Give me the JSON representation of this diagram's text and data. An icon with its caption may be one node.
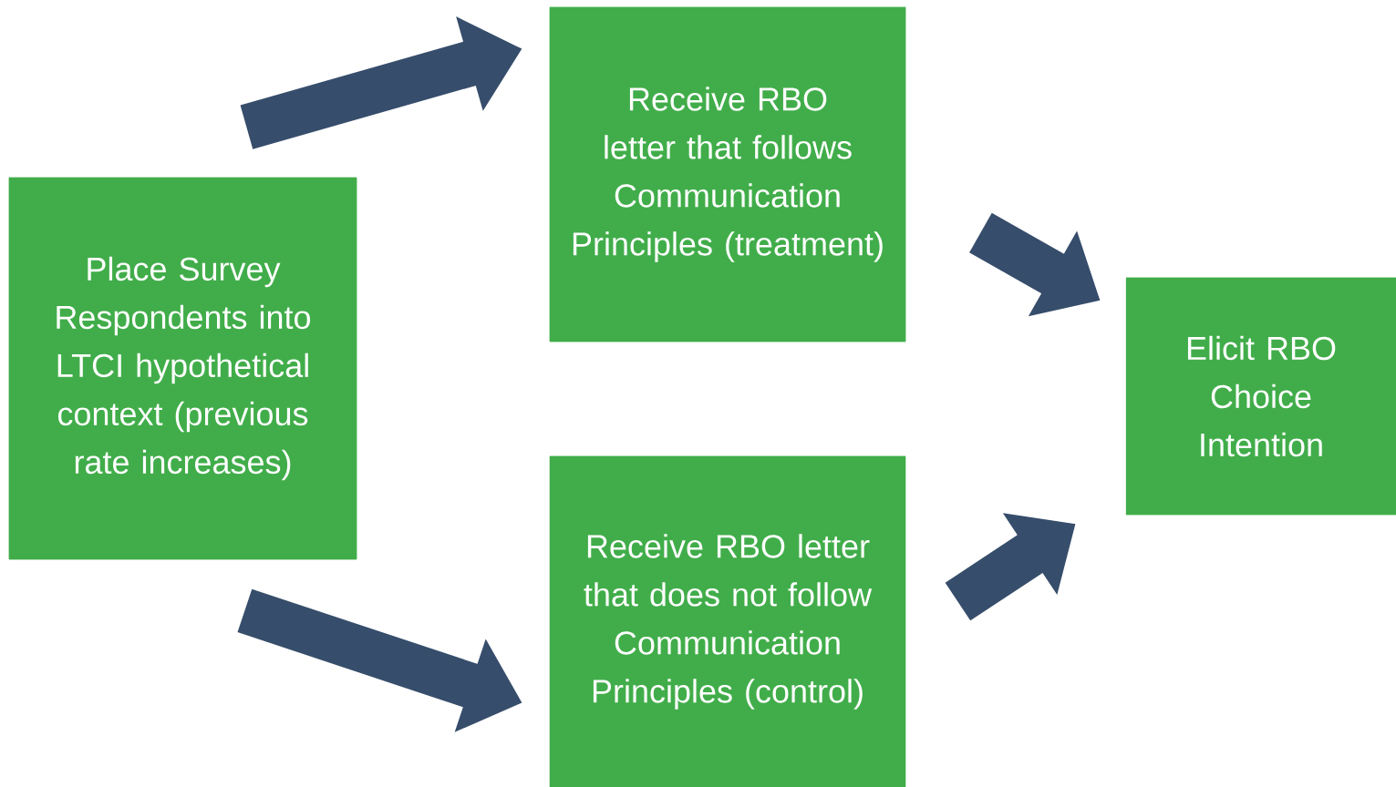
{
  "diagram": {
    "nodes": [
      {
        "text": [
          "Place Survey Respondents into LTCI hypothetical context (previous rate increases)"
        ]
      },
      {
        "text": [
          "Receive RBO letter that follows Communication Principles (treatment)"
        ]
      },
      {
        "text": [
          "Receive RBO letter that does not follow Communication Principles (control)"
        ]
      },
      {
        "text": [
          "Elicit RBO Choice Intention"
        ]
      }
    ],
    "edges": [
      {
        "from": 0,
        "to": 1,
        "arrow": "to"
      },
      {
        "from": 0,
        "to": 2,
        "arrow": "to"
      },
      {
        "from": 1,
        "to": 3,
        "arrow": "to"
      },
      {
        "from": 2,
        "to": 3,
        "arrow": "to"
      }
    ]
  }
}
